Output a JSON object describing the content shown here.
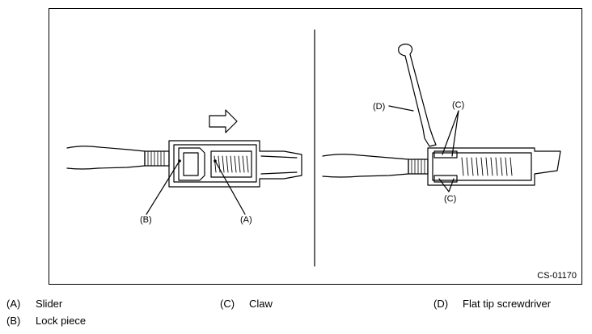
{
  "figure": {
    "code": "CS-01170",
    "callouts": {
      "a": "(A)",
      "b": "(B)",
      "c_top": "(C)",
      "c_bottom": "(C)",
      "d": "(D)"
    }
  },
  "legend": [
    {
      "key": "(A)",
      "label": "Slider"
    },
    {
      "key": "(B)",
      "label": "Lock piece"
    },
    {
      "key": "(C)",
      "label": "Claw"
    },
    {
      "key": "(D)",
      "label": "Flat tip screwdriver"
    }
  ]
}
